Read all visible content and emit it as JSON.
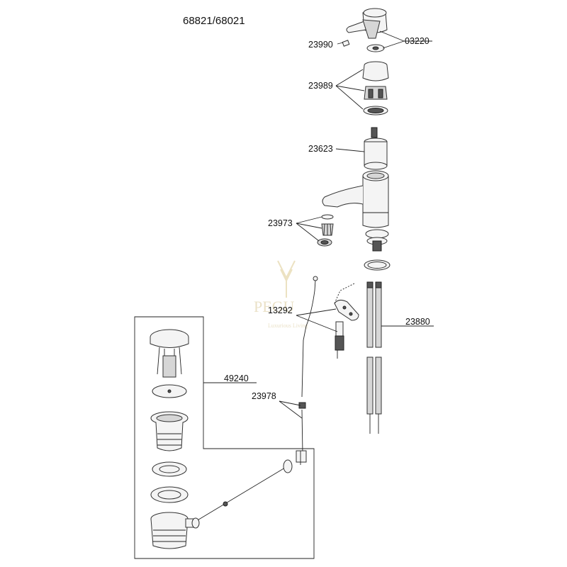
{
  "model_number": "68821/68021",
  "watermark": {
    "brand": "PEGU",
    "tagline": "Luxurious Living"
  },
  "part_labels": {
    "p03220": "03220",
    "p23990": "23990",
    "p23989": "23989",
    "p23623": "23623",
    "p23973": "23973",
    "p13292": "13292",
    "p23880": "23880",
    "p49240": "49240",
    "p23978": "23978"
  }
}
